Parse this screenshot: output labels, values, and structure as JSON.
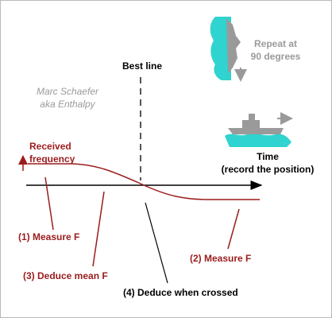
{
  "credit": {
    "line1": "Marc Schaefer",
    "line2": "aka Enthalpy"
  },
  "repeat": {
    "line1": "Repeat at",
    "line2": "90 degrees"
  },
  "best_line": "Best line",
  "axis": {
    "y_label_line1": "Received",
    "y_label_line2": "frequency",
    "x_label_line1": "Time",
    "x_label_line2": "(record the position)"
  },
  "steps": {
    "step1": "(1) Measure F",
    "step2": "(2) Measure F",
    "step3": "(3) Deduce mean F",
    "step4": "(4) Deduce when crossed"
  },
  "colors": {
    "curve": "#9b1c1c",
    "water": "#2fd3cf",
    "ship": "#9a9a9a",
    "credit_text": "#9a9a9a",
    "axes": "#000000"
  },
  "icons": [
    "ship-top-view-icon",
    "ship-side-view-icon"
  ]
}
